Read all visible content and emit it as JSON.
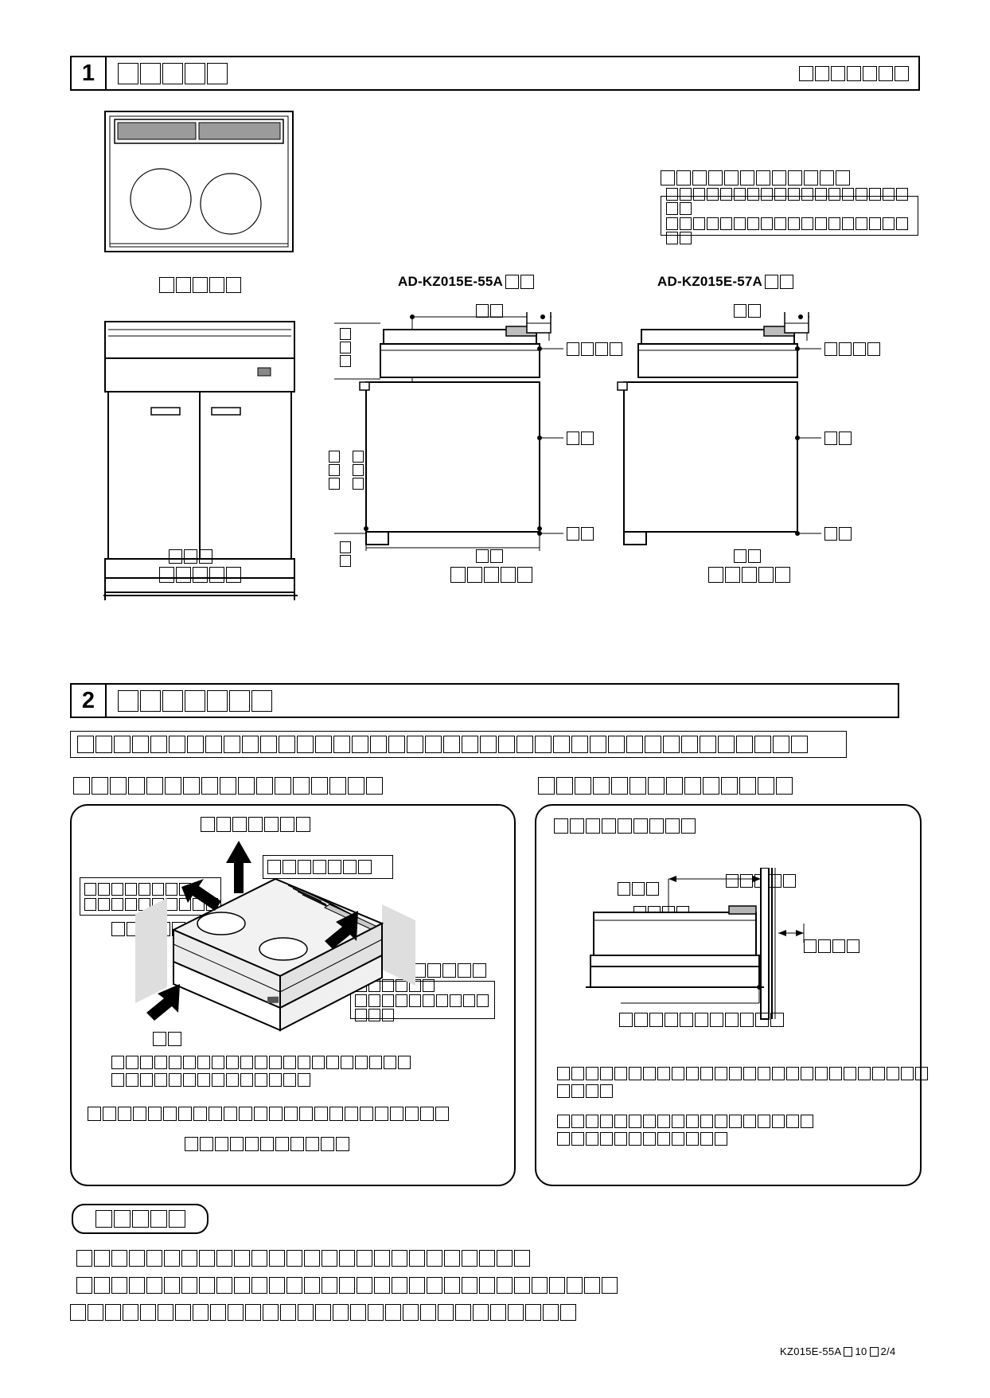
{
  "document": {
    "page_footer_code_prefix": "KZ015E-55A",
    "page_footer_code_mid": "10",
    "page_footer_code_suffix": "2/4"
  },
  "sections": [
    {
      "number": "1",
      "title_boxes": 5,
      "right_boxes": 7
    },
    {
      "number": "2",
      "title_boxes": 7
    }
  ],
  "section1": {
    "top_view_caption_boxes": 5,
    "front_view_caption_boxes": 5,
    "front_view_dim_boxes": 3,
    "note_heading_boxes": 12,
    "note_body_rows": [
      20,
      20
    ],
    "models": [
      {
        "name": "AD-KZ015E-55A",
        "name_suffix_boxes": 2,
        "top_dim_boxes": 2,
        "bottom_dim_boxes": 2,
        "caption_boxes": 5,
        "callouts": [
          {
            "boxes": 4
          },
          {
            "boxes": 2
          },
          {
            "boxes": 2
          }
        ],
        "left_dims": [
          {
            "boxes": 3
          },
          {
            "boxes": 3
          },
          {
            "boxes": 3
          },
          {
            "boxes": 2
          }
        ]
      },
      {
        "name": "AD-KZ015E-57A",
        "name_suffix_boxes": 2,
        "top_dim_boxes": 2,
        "bottom_dim_boxes": 2,
        "caption_boxes": 5,
        "callouts": [
          {
            "boxes": 4
          },
          {
            "boxes": 2
          },
          {
            "boxes": 2
          }
        ]
      }
    ]
  },
  "section2": {
    "banner_boxes": 40,
    "left_panel": {
      "heading_boxes": 17,
      "top_label_boxes": 7,
      "upper_right_box_boxes": 7,
      "left_box_rows": [
        8,
        10
      ],
      "left_label_boxes": 5,
      "side_label_boxes": 5,
      "lower_box_rows": [
        6,
        13
      ],
      "bottom_small_label_boxes": 2,
      "note_rows": [
        21,
        14
      ],
      "footnote_rows": [
        24
      ],
      "last_row_boxes": 11
    },
    "right_panel": {
      "heading_boxes": 14,
      "top_label_boxes": 9,
      "dim_top_boxes": 5,
      "dim_mid_boxes": 3,
      "dim_low_boxes": 4,
      "dim_right_boxes": 4,
      "caption_boxes": 11,
      "note_rows": [
        26,
        4
      ],
      "note_rows2": [
        18,
        12
      ]
    }
  },
  "bottom": {
    "pill_boxes": 5,
    "lines": [
      26,
      31,
      29
    ]
  }
}
